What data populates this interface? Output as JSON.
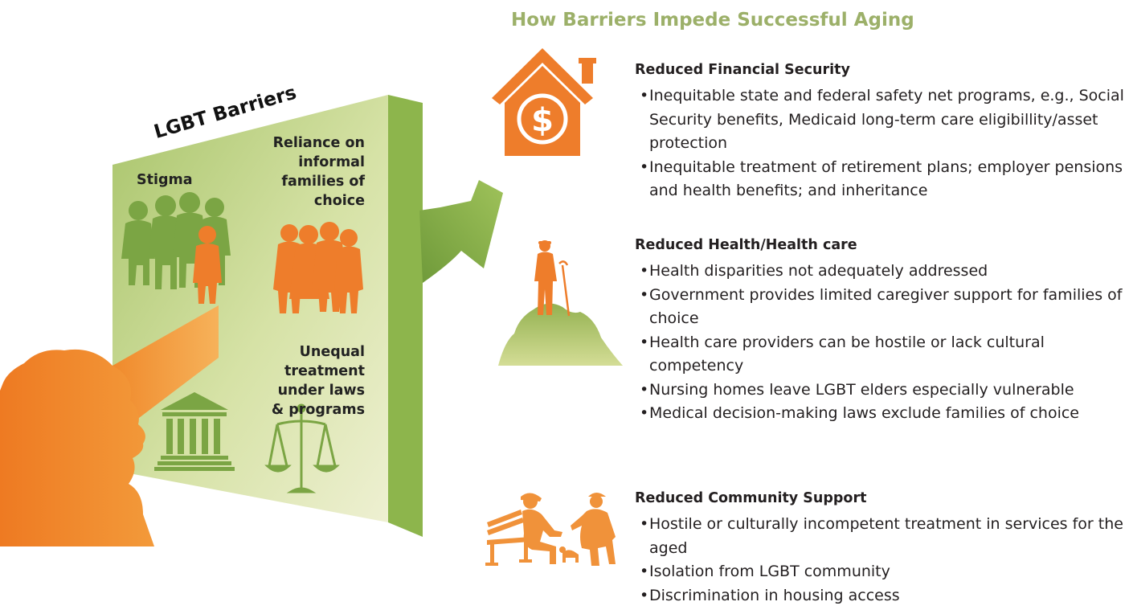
{
  "title": "How Barriers Impede Successful Aging",
  "barriers": {
    "heading": "LGBT Barriers",
    "stigma": "Stigma",
    "reliance_lines": [
      "Reliance on",
      "informal",
      "families of",
      "choice"
    ],
    "unequal_lines": [
      "Unequal",
      "treatment",
      "under laws",
      "& programs"
    ]
  },
  "icons": {
    "house": "house-dollar-icon",
    "dollar_glyph": "$",
    "hiker": "elder-on-hill-icon",
    "bench": "elders-on-bench-icon"
  },
  "colors": {
    "green": "#9cb069",
    "orange": "#ee7d2b",
    "light_orange": "#f5a44a",
    "arrow_green": "#93b150"
  },
  "sections": [
    {
      "title": "Reduced Financial Security",
      "bullets": [
        "Inequitable state and federal safety net programs, e.g., Social Security benefits, Medicaid long-term care eligibillity/asset protection",
        "Inequitable treatment of retirement plans; employer pensions and health benefits; and inheritance"
      ]
    },
    {
      "title": "Reduced Health/Health care",
      "bullets": [
        "Health disparities not adequately addressed",
        "Government provides limited caregiver support for families of choice",
        "Health care providers can be hostile or lack cultural competency",
        "Nursing homes leave LGBT elders especially vulnerable",
        "Medical decision-making laws exclude families of choice"
      ]
    },
    {
      "title": "Reduced Community Support",
      "bullets": [
        "Hostile or culturally incompetent treatment in services for the aged",
        "Isolation from LGBT community",
        "Discrimination in housing access"
      ]
    }
  ]
}
